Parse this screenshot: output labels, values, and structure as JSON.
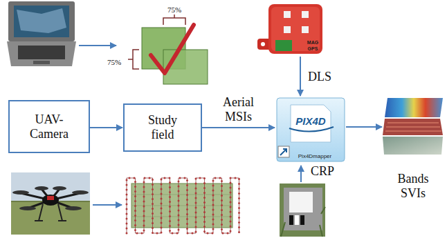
{
  "diagram": {
    "nodes": [
      {
        "text": [
          "75%",
          "75%"
        ]
      },
      {
        "text": [
          "MAG",
          "GPS"
        ]
      },
      {
        "text": [
          "UAV-Camera"
        ]
      },
      {
        "text": [
          "Study field"
        ]
      },
      {
        "text": [
          "PIX4D",
          "Pix4Dmapper"
        ]
      },
      {
        "text": [
          "Bands SVIs"
        ]
      }
    ],
    "edges": [
      {
        "from": 2,
        "to": 3,
        "arrow": "to"
      },
      {
        "from": 3,
        "to": 4,
        "label": "Aerial MSIs",
        "arrow": "to"
      },
      {
        "from": 1,
        "to": 4,
        "label": "DLS",
        "arrow": "to"
      },
      {
        "from": 4,
        "to": 5,
        "arrow": "to"
      }
    ],
    "labels": [
      "CRP"
    ]
  }
}
